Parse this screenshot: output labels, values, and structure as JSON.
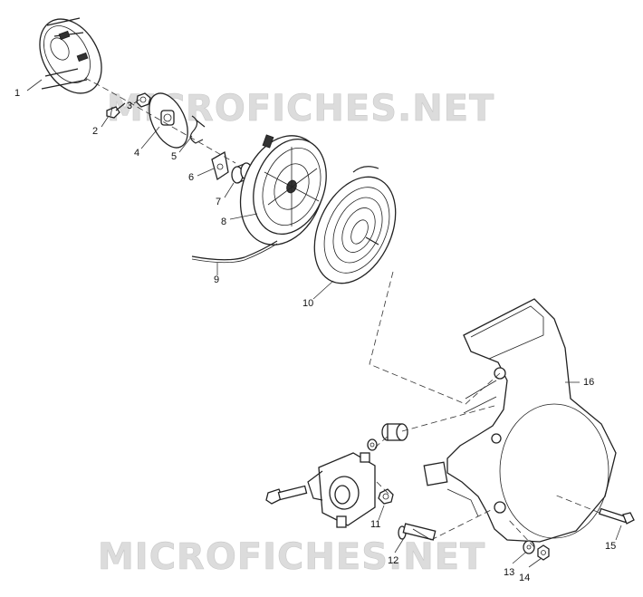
{
  "watermark": {
    "top": "MICROFICHES.NET",
    "bottom": "MICROFICHES.NET"
  },
  "callouts": {
    "c1": "1",
    "c2": "2",
    "c3": "3",
    "c4": "4",
    "c5": "5",
    "c6": "6",
    "c7": "7",
    "c8": "8",
    "c9": "9",
    "c10": "10",
    "c11": "11",
    "c12": "12",
    "c13": "13",
    "c14": "14",
    "c15": "15",
    "c16": "16"
  }
}
